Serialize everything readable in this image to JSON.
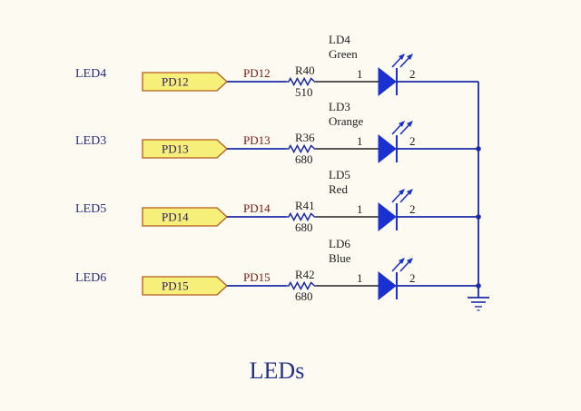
{
  "title": "LEDs",
  "colors": {
    "wire": "#1a2aa8",
    "port_fill": "#f6f07a",
    "port_stroke": "#b45a1e",
    "led": "#1a30d0",
    "resistor": "#1a2aa8"
  },
  "ground_symbol": "ground-icon",
  "rows": [
    {
      "net": "LED4",
      "port": "PD12",
      "wire_label": "PD12",
      "resistor": "R40",
      "value": "510",
      "led_ref": "LD4",
      "led_color": "Green",
      "pin1": "1",
      "pin2": "2"
    },
    {
      "net": "LED3",
      "port": "PD13",
      "wire_label": "PD13",
      "resistor": "R36",
      "value": "680",
      "led_ref": "LD3",
      "led_color": "Orange",
      "pin1": "1",
      "pin2": "2"
    },
    {
      "net": "LED5",
      "port": "PD14",
      "wire_label": "PD14",
      "resistor": "R41",
      "value": "680",
      "led_ref": "LD5",
      "led_color": "Red",
      "pin1": "1",
      "pin2": "2"
    },
    {
      "net": "LED6",
      "port": "PD15",
      "wire_label": "PD15",
      "resistor": "R42",
      "value": "680",
      "led_ref": "LD6",
      "led_color": "Blue",
      "pin1": "1",
      "pin2": "2"
    }
  ]
}
